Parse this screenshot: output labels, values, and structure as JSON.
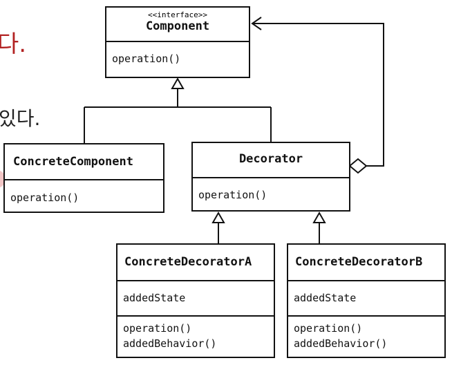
{
  "background_text": {
    "line1": "다.",
    "line2": "있다."
  },
  "component": {
    "stereotype": "<<interface>>",
    "name": "Component",
    "method": "operation()"
  },
  "concrete_component": {
    "name": "ConcreteComponent",
    "method": "operation()"
  },
  "decorator": {
    "name": "Decorator",
    "method": "operation()"
  },
  "decorator_a": {
    "name": "ConcreteDecoratorA",
    "field": "addedState",
    "methods": [
      "operation()",
      "addedBehavior()"
    ]
  },
  "decorator_b": {
    "name": "ConcreteDecoratorB",
    "field": "addedState",
    "methods": [
      "operation()",
      "addedBehavior()"
    ]
  }
}
